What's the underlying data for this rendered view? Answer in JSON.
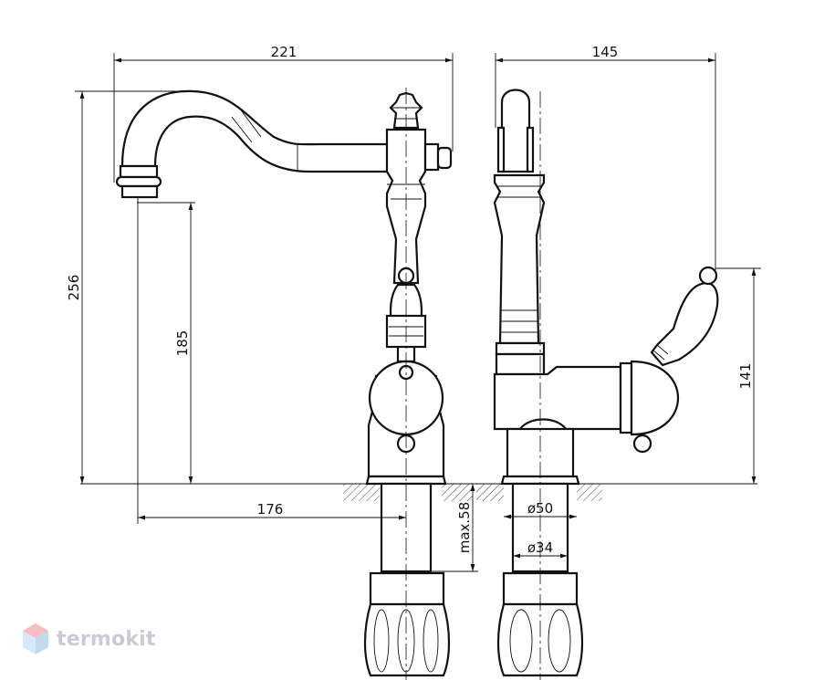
{
  "dimensions": {
    "front_width": "221",
    "side_width": "145",
    "total_height": "256",
    "spout_height": "185",
    "spout_reach": "176",
    "mount_thickness": "max.58",
    "hole_diameter": "ø50",
    "stem_diameter": "ø34",
    "handle_height": "141"
  },
  "watermark": {
    "text": "termokit"
  },
  "colors": {
    "line": "#111111",
    "watermark": "#9aa3b2"
  }
}
